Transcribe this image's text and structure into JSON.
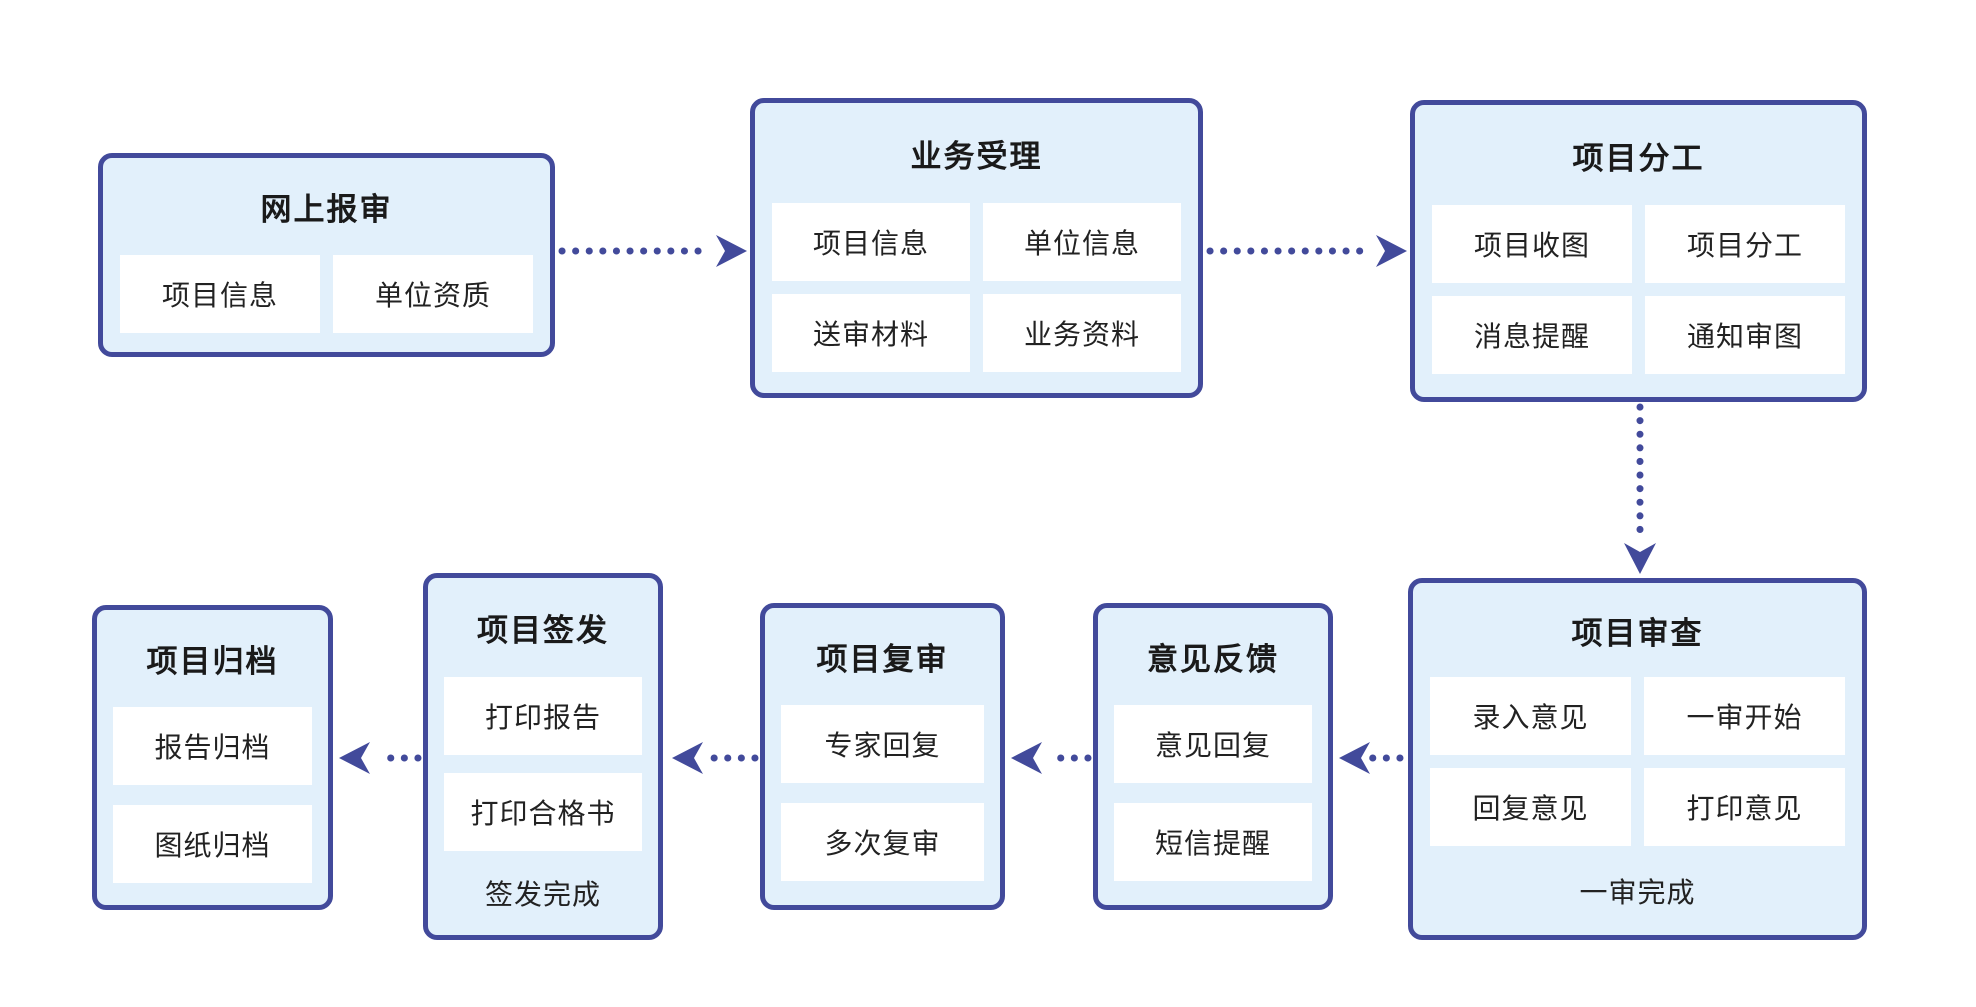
{
  "diagram": {
    "colors": {
      "node_fill": "#e2f0fb",
      "node_border": "#424a9b",
      "item_fill": "#ffffff",
      "title_text": "#1a1a1a",
      "item_text": "#222222",
      "arrow": "#424a9b",
      "background": "#ffffff"
    },
    "nodes": [
      {
        "id": "online-submission",
        "title": "网上报审",
        "items": [
          "项目信息",
          "单位资质"
        ]
      },
      {
        "id": "business-acceptance",
        "title": "业务受理",
        "items": [
          "项目信息",
          "单位信息",
          "送审材料",
          "业务资料"
        ]
      },
      {
        "id": "project-division",
        "title": "项目分工",
        "items": [
          "项目收图",
          "项目分工",
          "消息提醒",
          "通知审图"
        ]
      },
      {
        "id": "project-review",
        "title": "项目审查",
        "items": [
          "录入意见",
          "一审开始",
          "回复意见",
          "打印意见"
        ],
        "footer": "一审完成"
      },
      {
        "id": "feedback",
        "title": "意见反馈",
        "items": [
          "意见回复",
          "短信提醒"
        ]
      },
      {
        "id": "project-recheck",
        "title": "项目复审",
        "items": [
          "专家回复",
          "多次复审"
        ]
      },
      {
        "id": "project-issuance",
        "title": "项目签发",
        "items": [
          "打印报告",
          "打印合格书"
        ],
        "footer": "签发完成"
      },
      {
        "id": "project-archive",
        "title": "项目归档",
        "items": [
          "报告归档",
          "图纸归档"
        ]
      }
    ],
    "edges": [
      {
        "from": "网上报审",
        "to": "业务受理",
        "direction": "right"
      },
      {
        "from": "业务受理",
        "to": "项目分工",
        "direction": "right"
      },
      {
        "from": "项目分工",
        "to": "项目审查",
        "direction": "down"
      },
      {
        "from": "项目审查",
        "to": "意见反馈",
        "direction": "left"
      },
      {
        "from": "意见反馈",
        "to": "项目复审",
        "direction": "left"
      },
      {
        "from": "项目复审",
        "to": "项目签发",
        "direction": "left"
      },
      {
        "from": "项目签发",
        "to": "项目归档",
        "direction": "left"
      }
    ]
  }
}
